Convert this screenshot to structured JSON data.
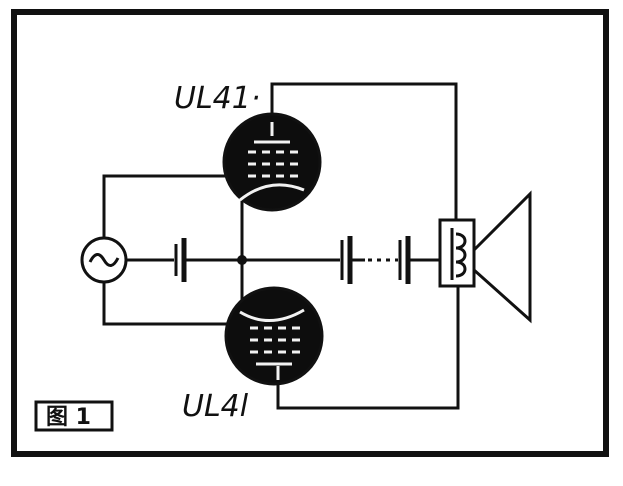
{
  "diagram": {
    "tube_top_label": "UL41·",
    "tube_bottom_label": "UL4l",
    "figure_label": "图 1"
  },
  "colors": {
    "ink": "#111111",
    "paper": "#ffffff",
    "tube_fill": "#0d0d0d",
    "tube_detail": "#f2f2f2"
  },
  "icons": {
    "source": "ac-source-icon",
    "tubes": "vacuum-tube-icon",
    "batteries": "battery-icon",
    "coil": "transformer-coil-icon",
    "speaker": "loudspeaker-icon"
  }
}
